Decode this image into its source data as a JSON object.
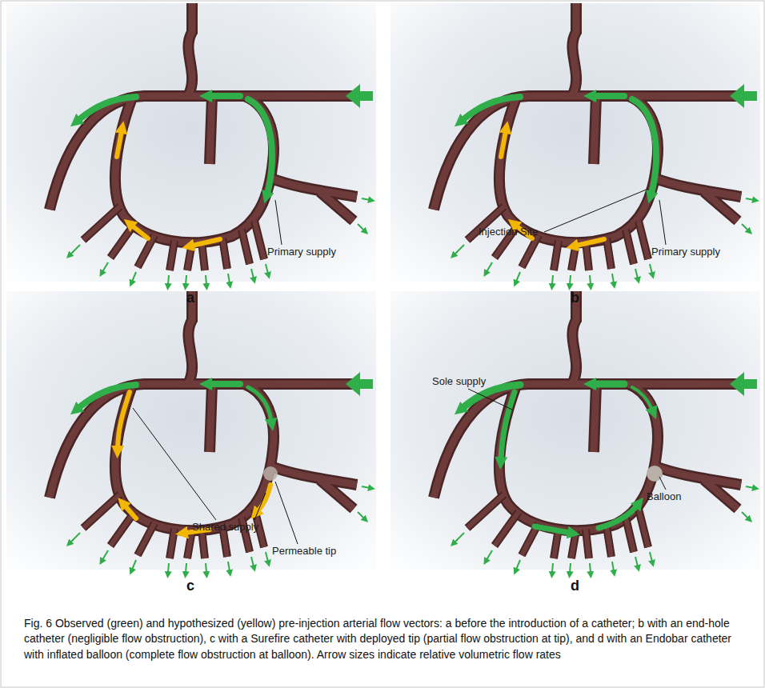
{
  "diagram": {
    "caption": "Fig. 6 Observed (green) and hypothesized (yellow) pre-injection arterial flow vectors: a before the introduction of a catheter; b with an end-hole catheter (negligible flow obstruction), c with a Surefire catheter with deployed tip (partial flow obstruction at tip), and d with an Endobar catheter with inflated balloon (complete flow obstruction at balloon). Arrow sizes indicate relative volumetric flow rates",
    "labels": [
      "Primary supply",
      "a",
      "Injection Site",
      "Primary supply",
      "b",
      "Shared supply",
      "Permeable tip",
      "c",
      "Sole supply",
      "Balloon",
      "d"
    ]
  }
}
